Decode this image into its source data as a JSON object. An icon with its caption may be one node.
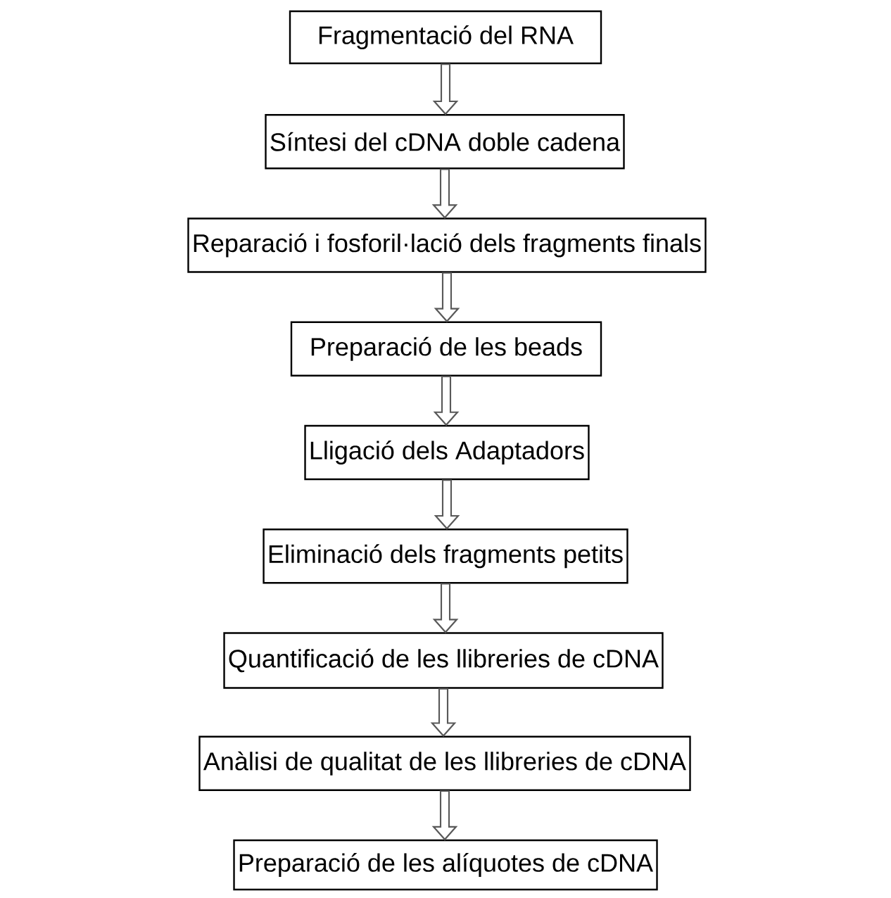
{
  "diagram": {
    "nodes": [
      {
        "text": [
          "Fragmentació del RNA"
        ]
      },
      {
        "text": [
          "Síntesi del cDNA doble cadena"
        ]
      },
      {
        "text": [
          "Reparació i fosforil·lació dels fragments finals"
        ]
      },
      {
        "text": [
          "Preparació de les beads"
        ]
      },
      {
        "text": [
          "Lligació dels Adaptadors"
        ]
      },
      {
        "text": [
          "Eliminació dels fragments petits"
        ]
      },
      {
        "text": [
          "Quantificació de les llibreries de cDNA"
        ]
      },
      {
        "text": [
          "Anàlisi de qualitat de les llibreries de cDNA"
        ]
      },
      {
        "text": [
          "Preparació de les alíquotes de cDNA"
        ]
      }
    ],
    "edges": [
      {
        "from": 0,
        "to": 1,
        "arrow": "to"
      },
      {
        "from": 1,
        "to": 2,
        "arrow": "to"
      },
      {
        "from": 2,
        "to": 3,
        "arrow": "to"
      },
      {
        "from": 3,
        "to": 4,
        "arrow": "to"
      },
      {
        "from": 4,
        "to": 5,
        "arrow": "to"
      },
      {
        "from": 5,
        "to": 6,
        "arrow": "to"
      },
      {
        "from": 6,
        "to": 7,
        "arrow": "to"
      },
      {
        "from": 7,
        "to": 8,
        "arrow": "to"
      }
    ]
  }
}
